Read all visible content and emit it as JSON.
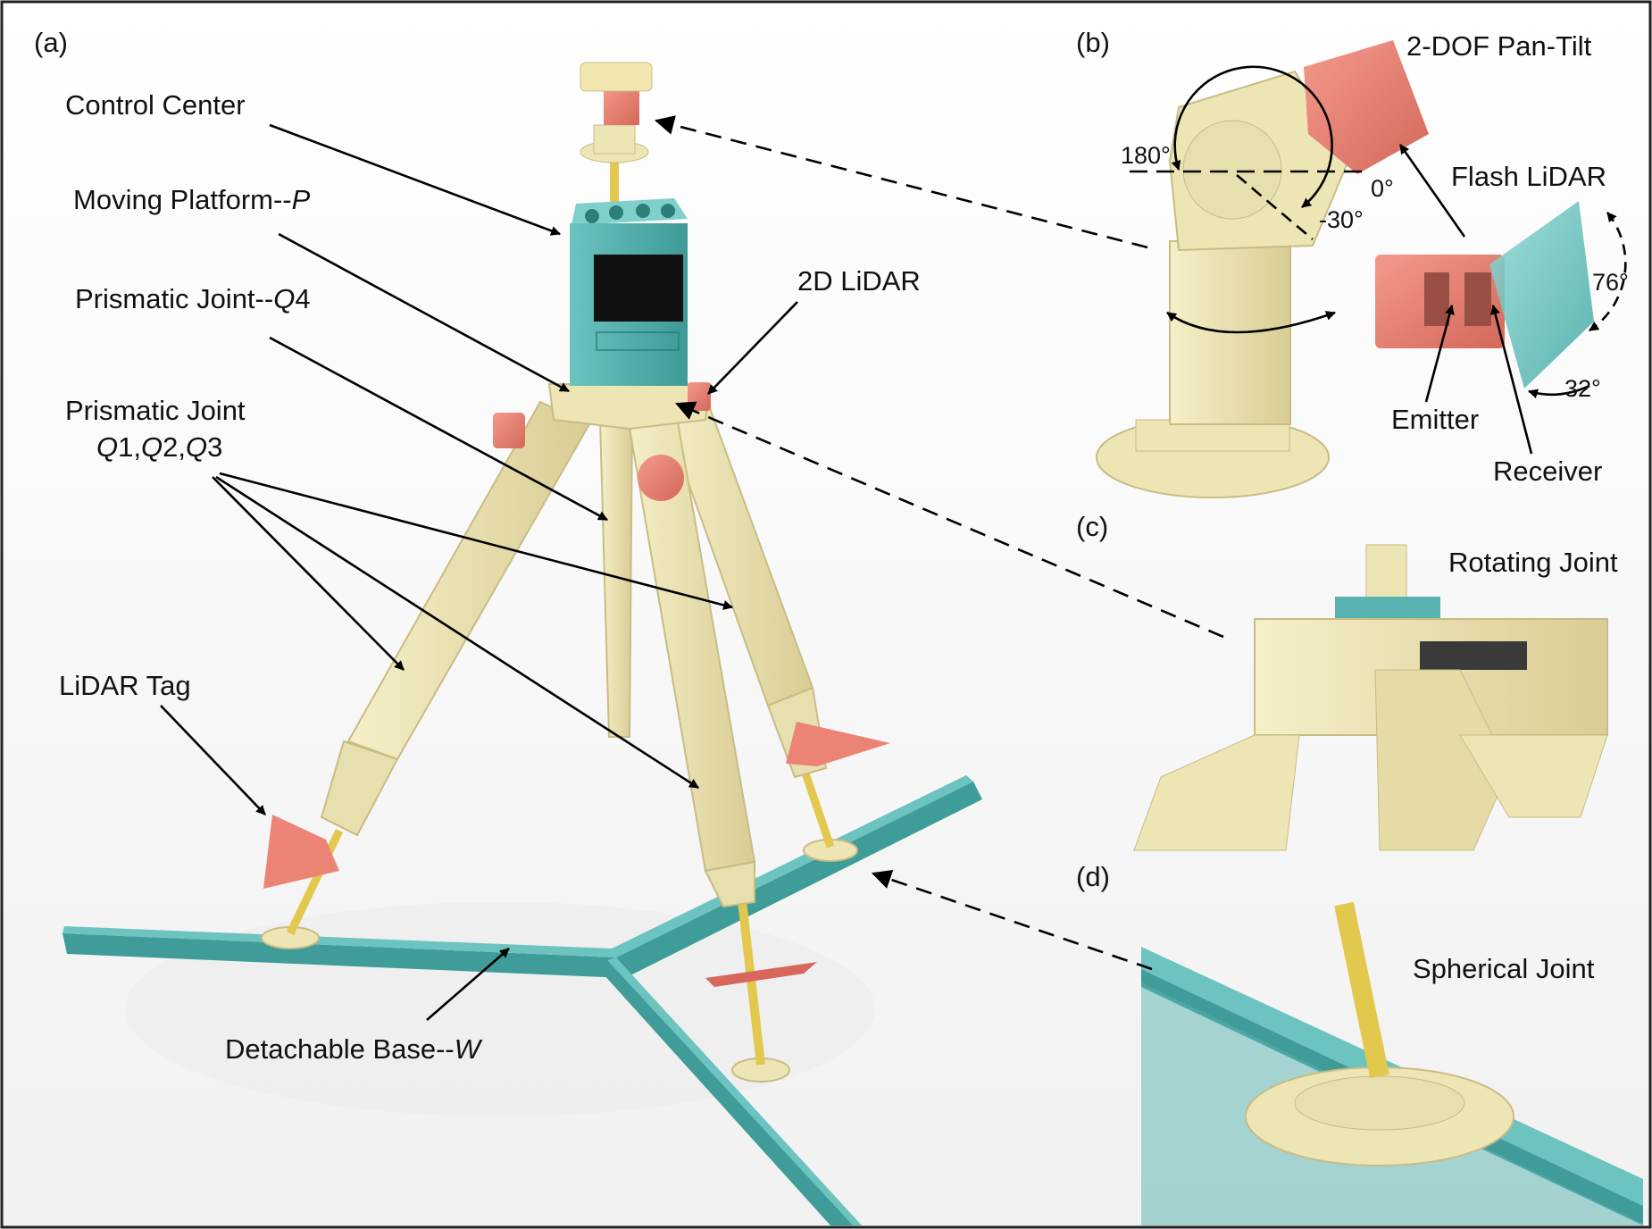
{
  "panels": {
    "a": "(a)",
    "b": "(b)",
    "c": "(c)",
    "d": "(d)"
  },
  "labels": {
    "control_center": "Control Center",
    "moving_platform_text": "Moving Platform--",
    "moving_platform_sym": "P",
    "prismatic_q4_text": "Prismatic Joint--",
    "prismatic_q4_sym": "Q",
    "prismatic_q4_num": "4",
    "prismatic_joint": "Prismatic Joint",
    "q1": "Q",
    "q1_num": "1",
    "q2": "Q",
    "q2_num": "2",
    "q3": "Q",
    "q3_num": "3",
    "comma": ",",
    "lidar_2d": "2D LiDAR",
    "lidar_tag": "LiDAR Tag",
    "base_text": "Detachable Base--",
    "base_sym": "W",
    "pan_tilt": "2-DOF Pan-Tilt",
    "flash_lidar": "Flash LiDAR",
    "emitter": "Emitter",
    "receiver": "Receiver",
    "rotating_joint": "Rotating Joint",
    "spherical_joint": "Spherical Joint"
  },
  "angles": {
    "a180": "180°",
    "a0": "0°",
    "am30": "-30°",
    "a76": "76°",
    "a32": "32°"
  },
  "colors": {
    "frame": "#222222",
    "leg": "#eee5b5",
    "leg_shadow": "#cfc38a",
    "body_teal": "#58b3b0",
    "rail_teal": "#3f9c98",
    "sensor_red": "#ec8476",
    "rod_yellow": "#e2c84c",
    "arrow": "#000000"
  }
}
